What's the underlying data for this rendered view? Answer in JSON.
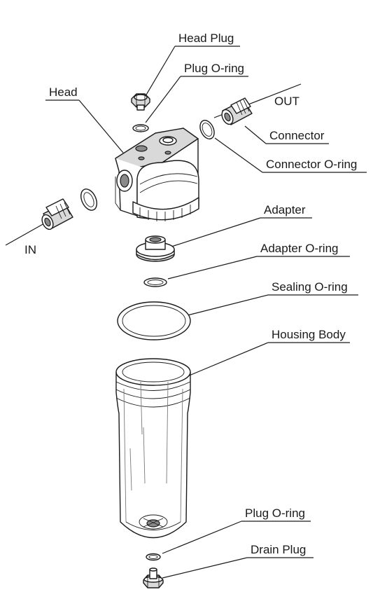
{
  "labels": {
    "head_plug": "Head Plug",
    "plug_oring_top": "Plug O-ring",
    "head": "Head",
    "out": "OUT",
    "connector": "Connector",
    "connector_oring": "Connector O-ring",
    "adapter": "Adapter",
    "in": "IN",
    "adapter_oring": "Adapter O-ring",
    "sealing_oring": "Sealing O-ring",
    "housing_body": "Housing Body",
    "plug_oring_bottom": "Plug O-ring",
    "drain_plug": "Drain Plug"
  },
  "colors": {
    "line": "#1a1a1a",
    "fill_light": "#d9d9d9",
    "fill_dark": "#8a8a8a",
    "background": "#ffffff"
  }
}
